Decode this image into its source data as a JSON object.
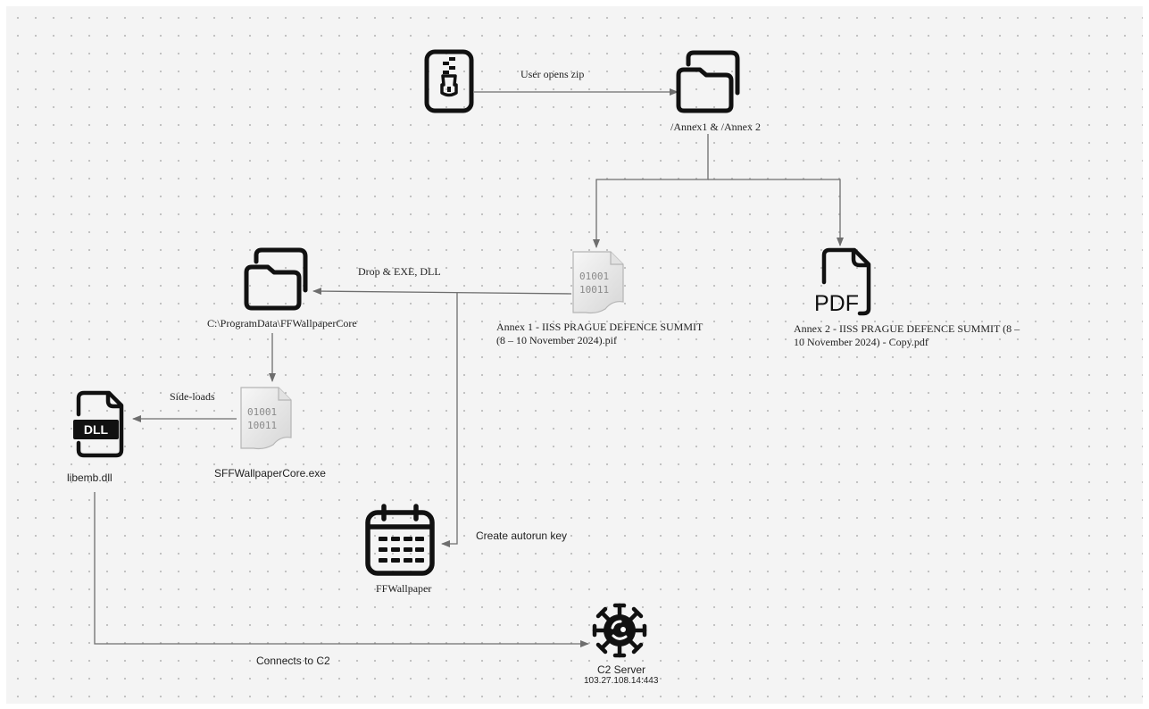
{
  "diagram": {
    "nodes": {
      "zip": {
        "icon": "zip-file-icon"
      },
      "annex_folder": {
        "icon": "folder-icon",
        "label": "/Annex1 & /Annex 2"
      },
      "pif": {
        "icon": "binary-file-icon",
        "label_line1": "Annex 1 - IISS PRAGUE DEFENCE SUMMIT",
        "label_line2": "(8 – 10 November 2024).pif"
      },
      "pdf": {
        "icon": "pdf-file-icon",
        "badge": "PDF",
        "label_line1": "Annex 2 - IISS PRAGUE DEFENCE SUMMIT (8 –",
        "label_line2": "10 November 2024) - Copy.pdf"
      },
      "programdata_folder": {
        "icon": "folder-icon",
        "label": "C:\\ProgramData\\FFWallpaperCore"
      },
      "exe": {
        "icon": "binary-file-icon",
        "label": "SFFWallpaperCore.exe"
      },
      "dll": {
        "icon": "dll-file-icon",
        "badge": "DLL",
        "label": "libemb.dll"
      },
      "autorun": {
        "icon": "calendar-icon",
        "label": "FFWallpaper"
      },
      "c2": {
        "icon": "virus-icon",
        "label": "C2 Server",
        "sublabel": "103.27.108.14:443"
      }
    },
    "edges": {
      "opens_zip": "User opens zip",
      "drop": "Drop & EXE, DLL",
      "sideloads": "Side-loads",
      "autorun": "Create autorun key",
      "connects": "Connects to C2"
    },
    "binary_glyph": {
      "line1": "01001",
      "line2": "10011"
    },
    "colors": {
      "background": "#f4f4f4",
      "grid_dot": "#bcbcbc",
      "connector": "#6e6e6e",
      "icon": "#111111"
    }
  }
}
